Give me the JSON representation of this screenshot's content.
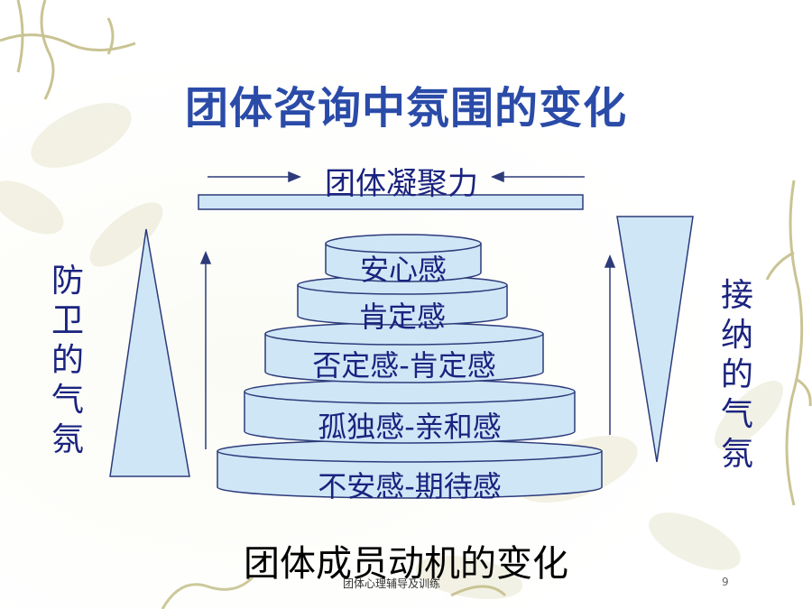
{
  "title": "团体咨询中氛围的变化",
  "cohesion": "团体凝聚力",
  "left_label": [
    "防",
    "卫",
    "的",
    "气",
    "氛"
  ],
  "right_label": [
    "接",
    "纳",
    "的",
    "气",
    "氛"
  ],
  "tiers": [
    "安心感",
    "肯定感",
    "否定感-肯定感",
    "孤独感-亲和感",
    "不安感-期待感"
  ],
  "bottom_title": "团体成员动机的变化",
  "footer": "团体心理辅导及训练",
  "page_number": "9",
  "colors": {
    "title": "#2b4ba8",
    "text": "#1a237e",
    "fill": "#cfe6f7",
    "stroke": "#2d3b7a"
  }
}
